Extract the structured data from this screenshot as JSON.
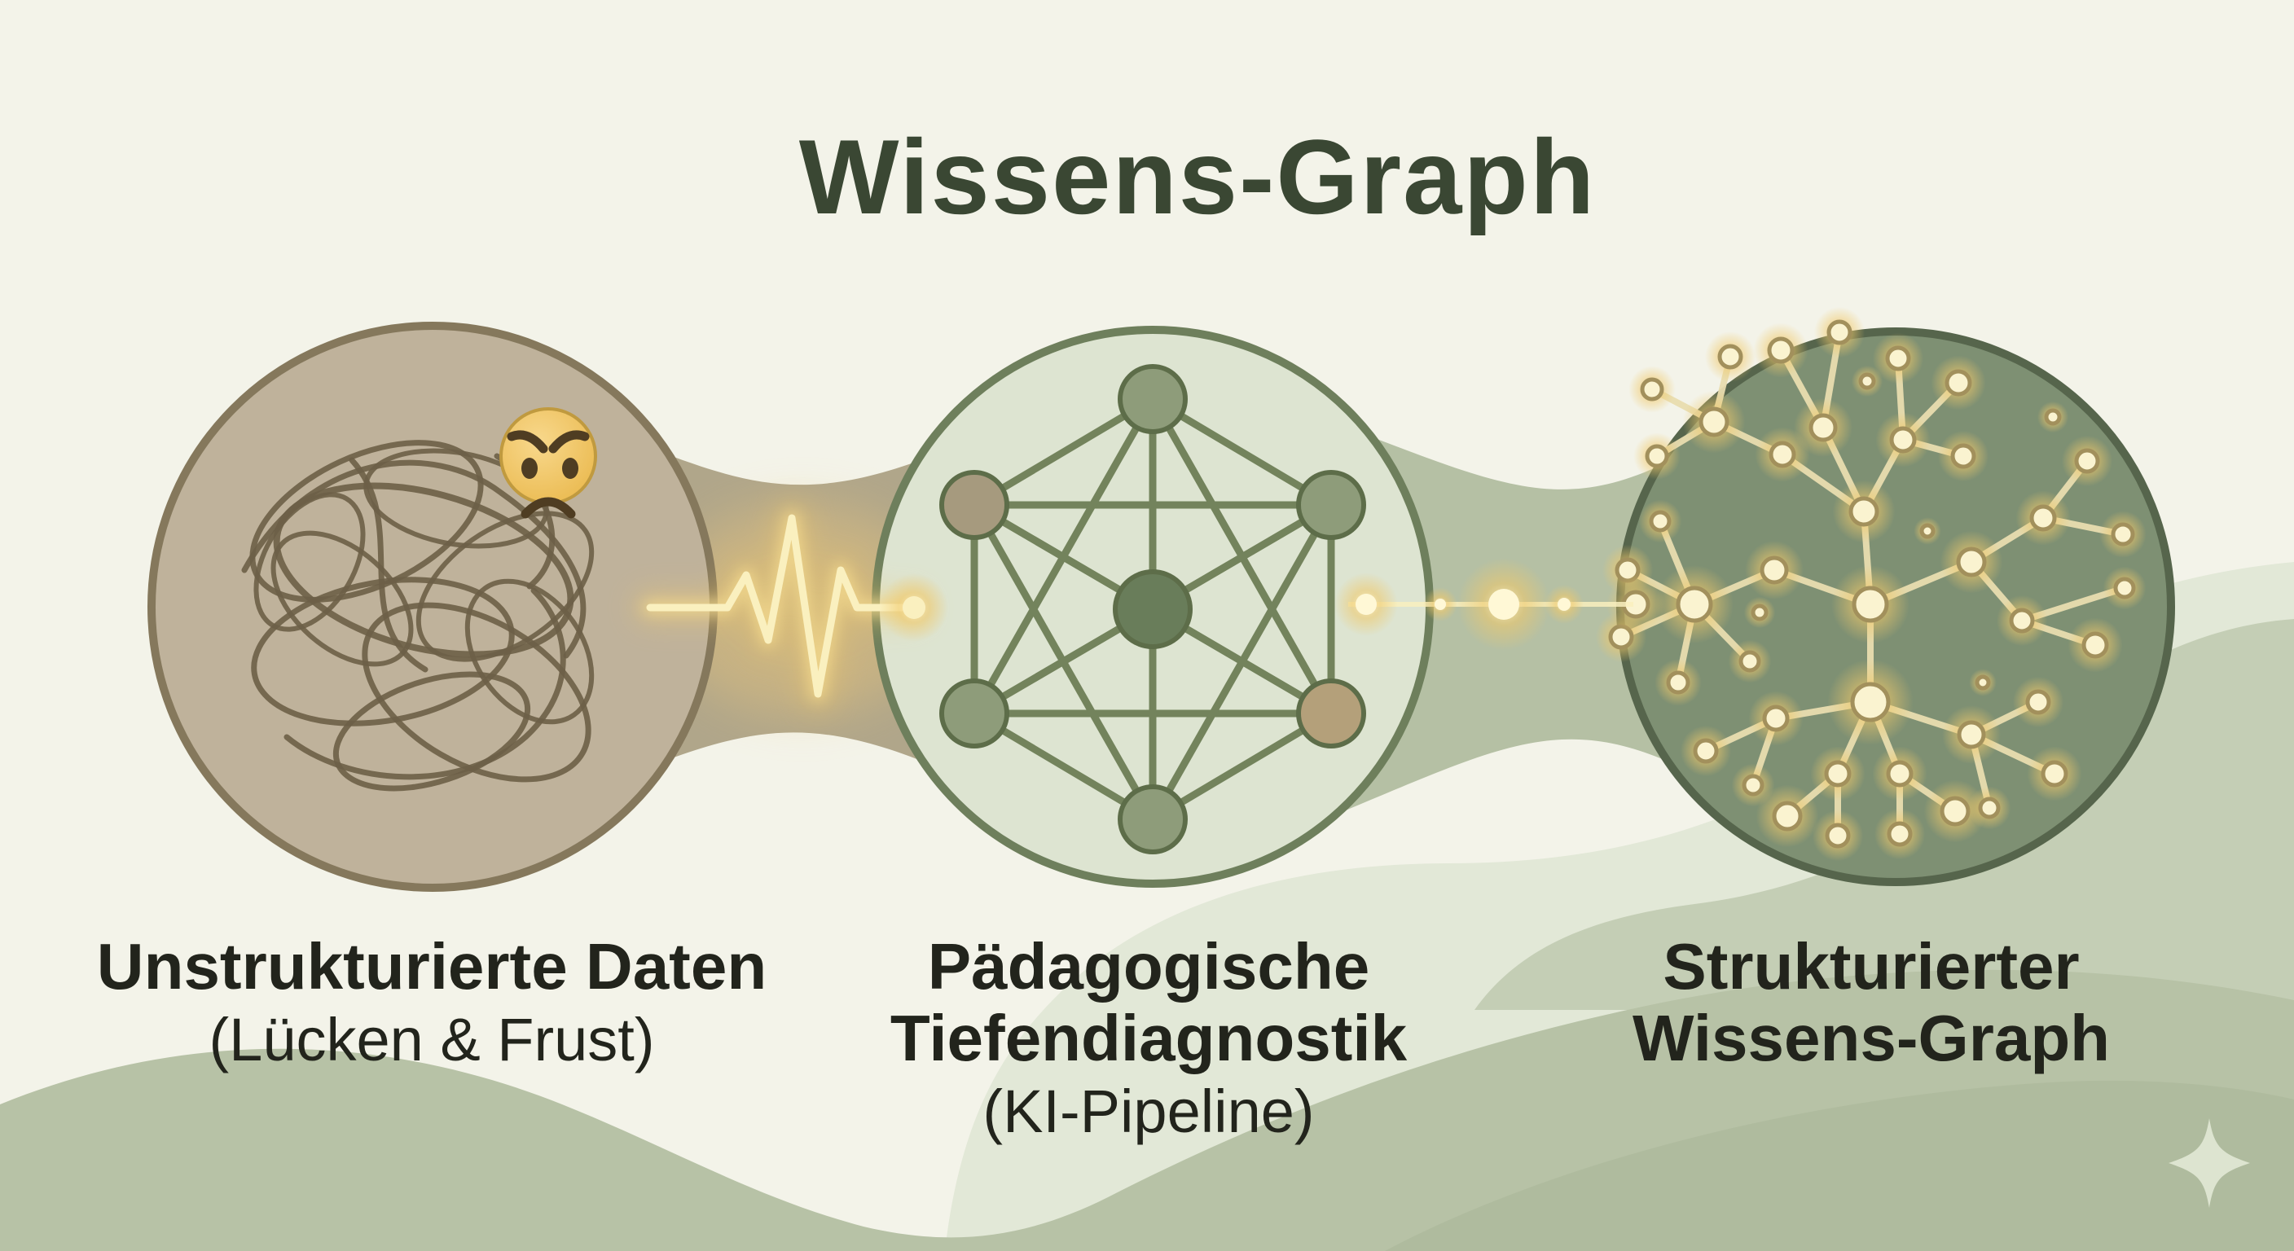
{
  "title": "Wissens-Graph",
  "labels": {
    "left": {
      "line1": "Unstrukturierte Daten",
      "line2": "(Lücken & Frust)"
    },
    "middle": {
      "line1": "Pädagogische",
      "line2": "Tiefendiagnostik",
      "line3": "(KI-Pipeline)"
    },
    "right": {
      "line1": "Strukturierter",
      "line2": "Wissens-Graph"
    }
  },
  "stages": [
    {
      "id": "unstructured-data",
      "icon": "tangled-scribble",
      "badge": "angry-face-emoji"
    },
    {
      "id": "ki-pipeline",
      "icon": "mesh-network-7-nodes"
    },
    {
      "id": "knowledge-graph",
      "icon": "glowing-tree-graph"
    }
  ],
  "connectors": [
    {
      "from": "unstructured-data",
      "to": "ki-pipeline",
      "style": "glowing-pulse-wave"
    },
    {
      "from": "ki-pipeline",
      "to": "knowledge-graph",
      "style": "glowing-dot-line"
    }
  ],
  "decorations": {
    "bottom_right": "four-point-sparkle"
  },
  "colors": {
    "bg": "#f3f3e9",
    "wave_light": "#e2e8d7",
    "wave_sage_right": "#c4ceb5",
    "wave_sage": "#b7c2a6",
    "wave_sage_dark": "#afbb9e",
    "bridge_tan": "#b0a68a",
    "bridge_sage": "#b5c0a4",
    "c1_fill": "#bfb29b",
    "c1_stroke": "#85785c",
    "scribble": "#6d5f47",
    "c2_fill": "#dde4d1",
    "c2_stroke": "#6e7f5c",
    "net_line": "#73835c",
    "net_stroke": "#5d6d49",
    "net_node": "#8e9c7a",
    "net_node_dark": "#697d5a",
    "net_node_tan": "#a69a7e",
    "net_node_tan2": "#b4a07a",
    "c3_fill": "#7e9073",
    "c3_stroke": "#56654c",
    "tree_line": "#e9ddb0",
    "tree_node": "#faf3d0",
    "tree_node_stroke": "#a2905c",
    "glow_core": "#fff8d6",
    "glow_mid": "#f0c96a",
    "pulse": "#faf0bf",
    "pulse_glow": "#f3d98e",
    "title": "#3a4733",
    "label": "#22241c",
    "emoji_face": "#f8d88c",
    "emoji_face_deep": "#eab94e",
    "emoji_stroke": "#c09a3f",
    "emoji_dark": "#4f3d22",
    "sparkle": "#dde4d0"
  }
}
